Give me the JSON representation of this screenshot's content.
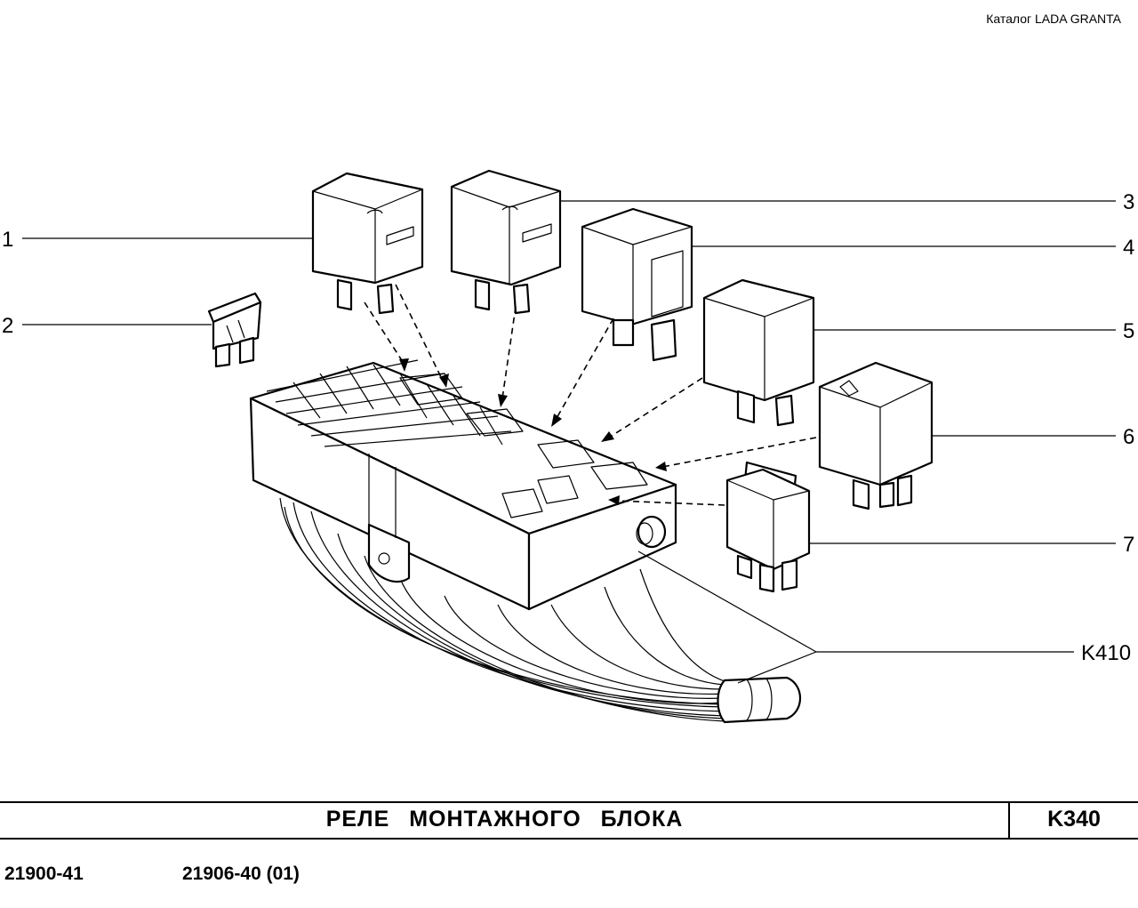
{
  "header": {
    "catalog": "Каталог LADA  GRANTA"
  },
  "callouts": [
    {
      "id": "1",
      "label": "1"
    },
    {
      "id": "2",
      "label": "2"
    },
    {
      "id": "3",
      "label": "3"
    },
    {
      "id": "4",
      "label": "4"
    },
    {
      "id": "5",
      "label": "5"
    },
    {
      "id": "6",
      "label": "6"
    },
    {
      "id": "7",
      "label": "7"
    },
    {
      "id": "k410",
      "label": "K410"
    }
  ],
  "title_block": {
    "title": "РЕЛЕ   МОНТАЖНОГО   БЛОКА",
    "code": "K340"
  },
  "footer": {
    "model_left": "21900-41",
    "model_right": "21906-40 (01)"
  }
}
